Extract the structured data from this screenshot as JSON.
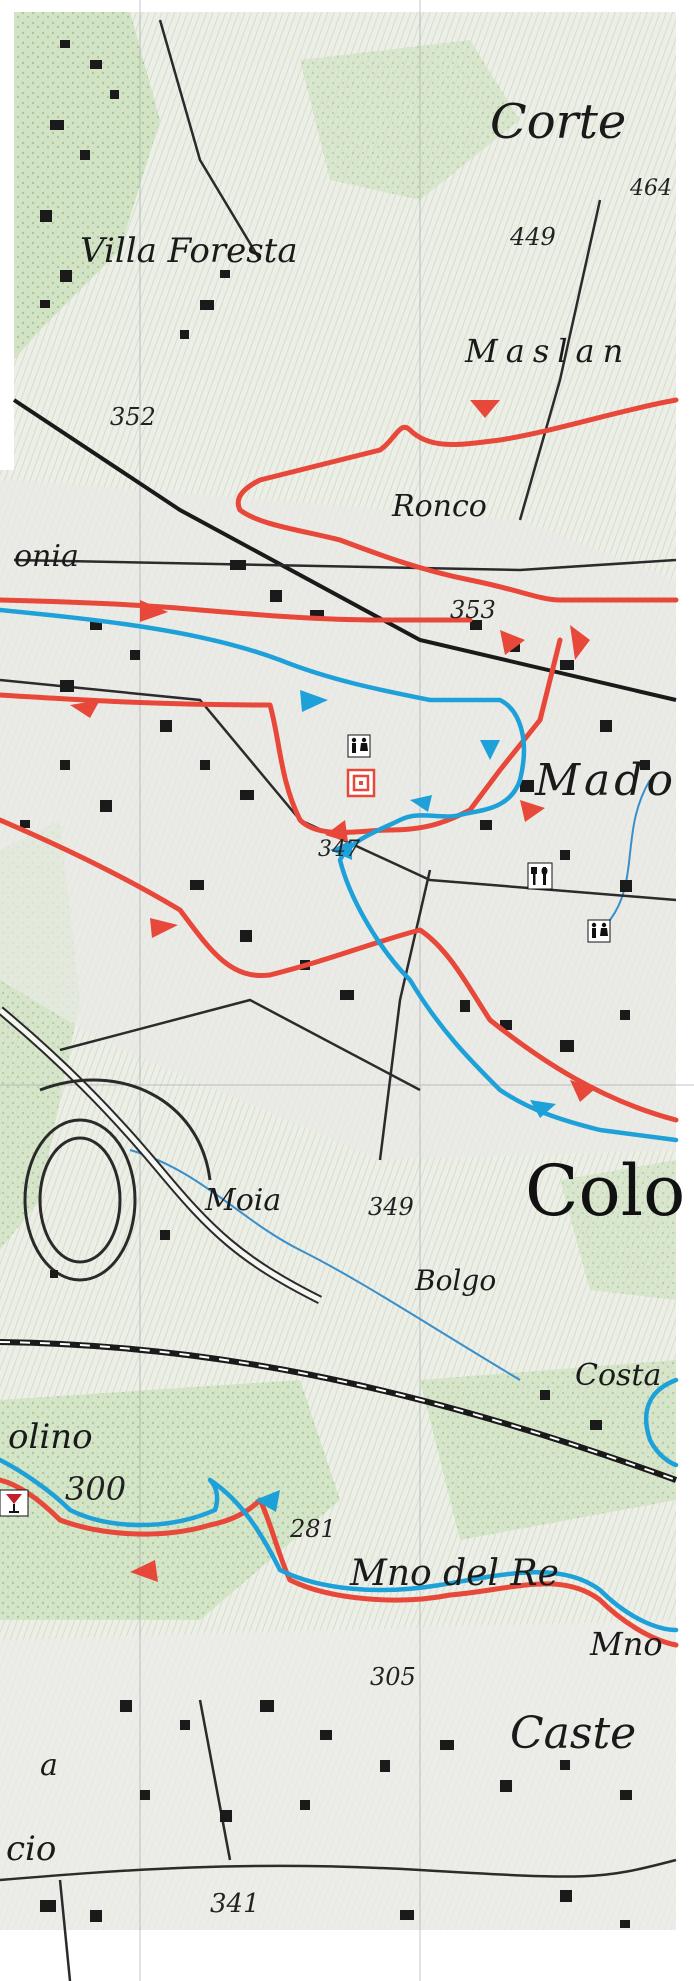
{
  "map": {
    "place_labels": [
      "Corte",
      "Villa Foresta",
      "Maslan",
      "Ronco",
      "onia",
      "Mado",
      "Moia",
      "Colo",
      "Bolgo",
      "Costa",
      "olino",
      "Mno del Re",
      "Mno",
      "Caste",
      "a",
      "cio"
    ],
    "elevation_labels": [
      "464",
      "449",
      "352",
      "353",
      "347",
      "349",
      "300",
      "281",
      "305",
      "341"
    ],
    "route_colors": {
      "red_route": "#e8483a",
      "blue_route": "#1ea0d8"
    },
    "poi_icons": [
      "toilets-icon",
      "meeting-point-icon",
      "restaurant-icon",
      "toilets-icon",
      "wine-bar-icon"
    ]
  }
}
